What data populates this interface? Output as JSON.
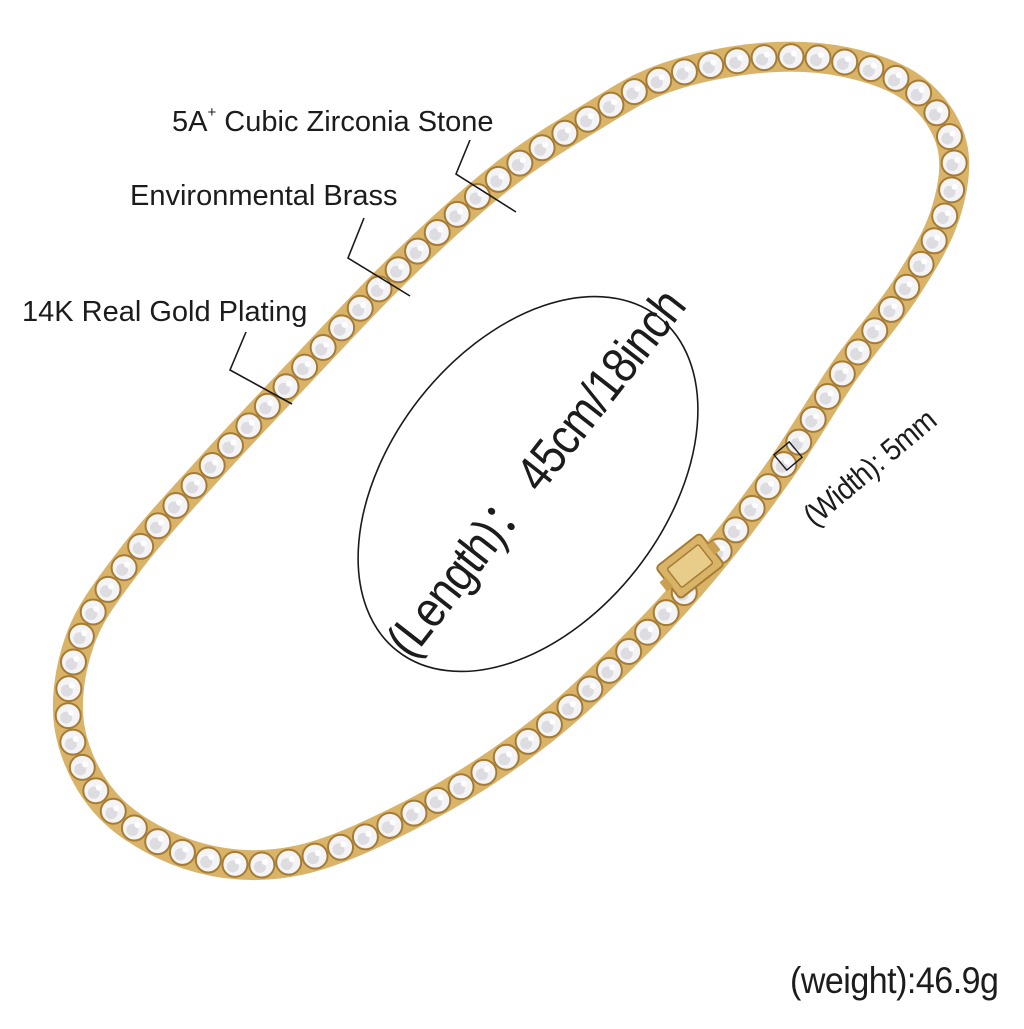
{
  "labels": {
    "zirconia_prefix": "5A",
    "zirconia_sup": "+",
    "zirconia_rest": " Cubic Zirconia Stone",
    "brass": "Environmental Brass",
    "gold": "14K Real Gold Plating",
    "length": "(Length)： 45cm/18inch",
    "width": "(Width): 5mm",
    "weight": "(weight):46.9g"
  },
  "colors": {
    "background": "#ffffff",
    "gold": "#d9b468",
    "gold_dark": "#a67c34",
    "stone": "#f4f4f7",
    "stone_shadow": "#c9c9d0",
    "line": "#1a1a1a"
  },
  "icons": {
    "necklace": "tennis-necklace-illustration",
    "clasp": "box-clasp-icon"
  }
}
